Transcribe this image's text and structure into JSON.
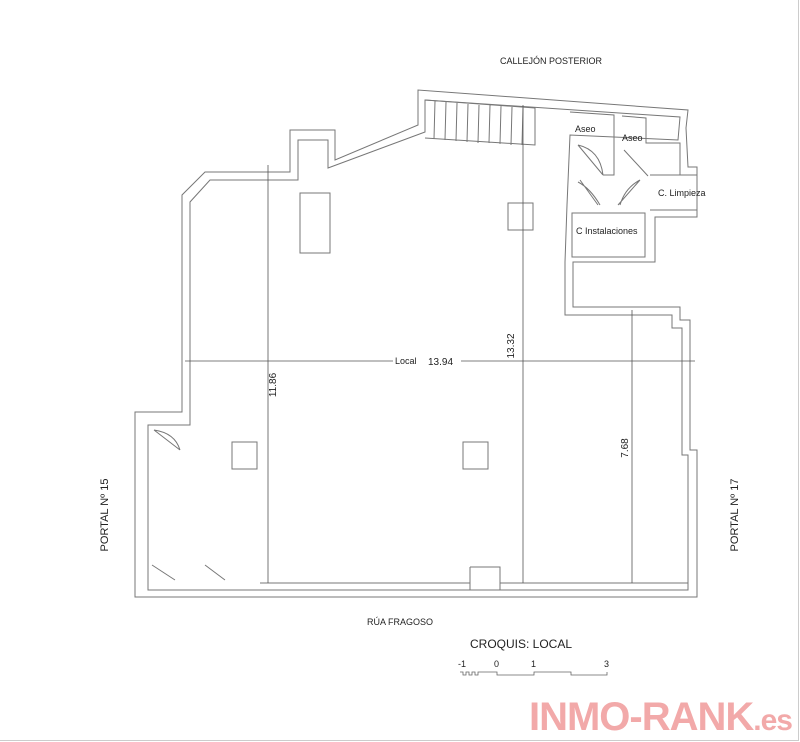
{
  "plan": {
    "title": "CROQUIS: LOCAL",
    "streets": {
      "top": "CALLEJÓN POSTERIOR",
      "bottom": "RÚA FRAGOSO",
      "left": "PORTAL Nº 15",
      "right": "PORTAL Nº 17"
    },
    "rooms": [
      "Aseo",
      "Aseo",
      "C. Limpieza",
      "C Instalaciones",
      "Local"
    ],
    "dimensions": {
      "width_main": "13.94",
      "depth_left": "11.86",
      "depth_center": "13.32",
      "depth_right": "7.68"
    },
    "scale_labels": [
      "-1",
      "0",
      "1",
      "3"
    ]
  },
  "watermark": {
    "main": "INMO-RANK",
    "suffix": ".es",
    "color": "#f2a9a9"
  }
}
